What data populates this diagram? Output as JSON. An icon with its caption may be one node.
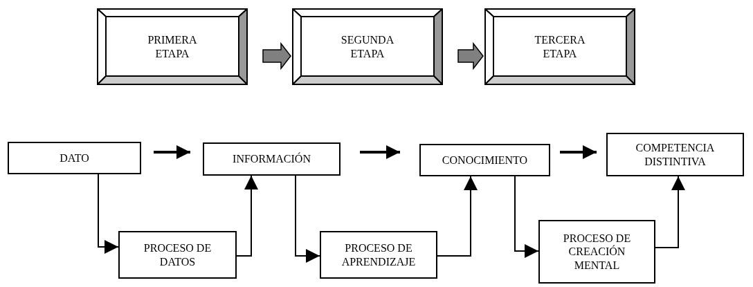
{
  "diagram": {
    "nodes": [
      {
        "text": [
          "PRIMERA ETAPA"
        ]
      },
      {
        "text": [
          "SEGUNDA ETAPA"
        ]
      },
      {
        "text": [
          "TERCERA ETAPA"
        ]
      },
      {
        "text": [
          "DATO"
        ]
      },
      {
        "text": [
          "INFORMACIÓN"
        ]
      },
      {
        "text": [
          "CONOCIMIENTO"
        ]
      },
      {
        "text": [
          "COMPETENCIA DISTINTIVA"
        ]
      },
      {
        "text": [
          "PROCESO DE DATOS"
        ]
      },
      {
        "text": [
          "PROCESO DE APRENDIZAJE"
        ]
      },
      {
        "text": [
          "PROCESO DE CREACIÓN MENTAL"
        ]
      }
    ],
    "edges": [
      {
        "from": 0,
        "to": 1,
        "arrow": "to",
        "style": "thick",
        "color": "#808080"
      },
      {
        "from": 1,
        "to": 2,
        "arrow": "to",
        "style": "thick",
        "color": "#808080"
      },
      {
        "from": 3,
        "to": 4,
        "arrow": "to",
        "style": "thick"
      },
      {
        "from": 4,
        "to": 5,
        "arrow": "to",
        "style": "thick"
      },
      {
        "from": 5,
        "to": 6,
        "arrow": "to",
        "style": "thick"
      },
      {
        "from": 3,
        "to": 7,
        "arrow": "to"
      },
      {
        "from": 7,
        "to": 4,
        "arrow": "to"
      },
      {
        "from": 4,
        "to": 8,
        "arrow": "to"
      },
      {
        "from": 8,
        "to": 5,
        "arrow": "to"
      },
      {
        "from": 5,
        "to": 9,
        "arrow": "to"
      },
      {
        "from": 9,
        "to": 6,
        "arrow": "to"
      }
    ]
  }
}
